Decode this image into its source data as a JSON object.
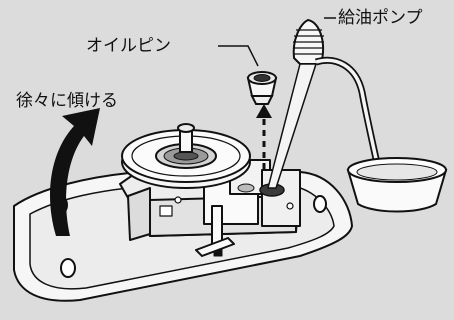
{
  "labels": {
    "oil_pin": "オイルピン",
    "oil_pump": "給油ポンプ",
    "tilt_gradually": "徐々に傾ける"
  },
  "colors": {
    "background": "#dcdcdc",
    "line": "#111111",
    "body_fill": "#f4f4f4",
    "shadow_fill": "#bdbdbd"
  },
  "icons": [
    "curved-arrow-icon",
    "dashed-arrow-icon"
  ]
}
